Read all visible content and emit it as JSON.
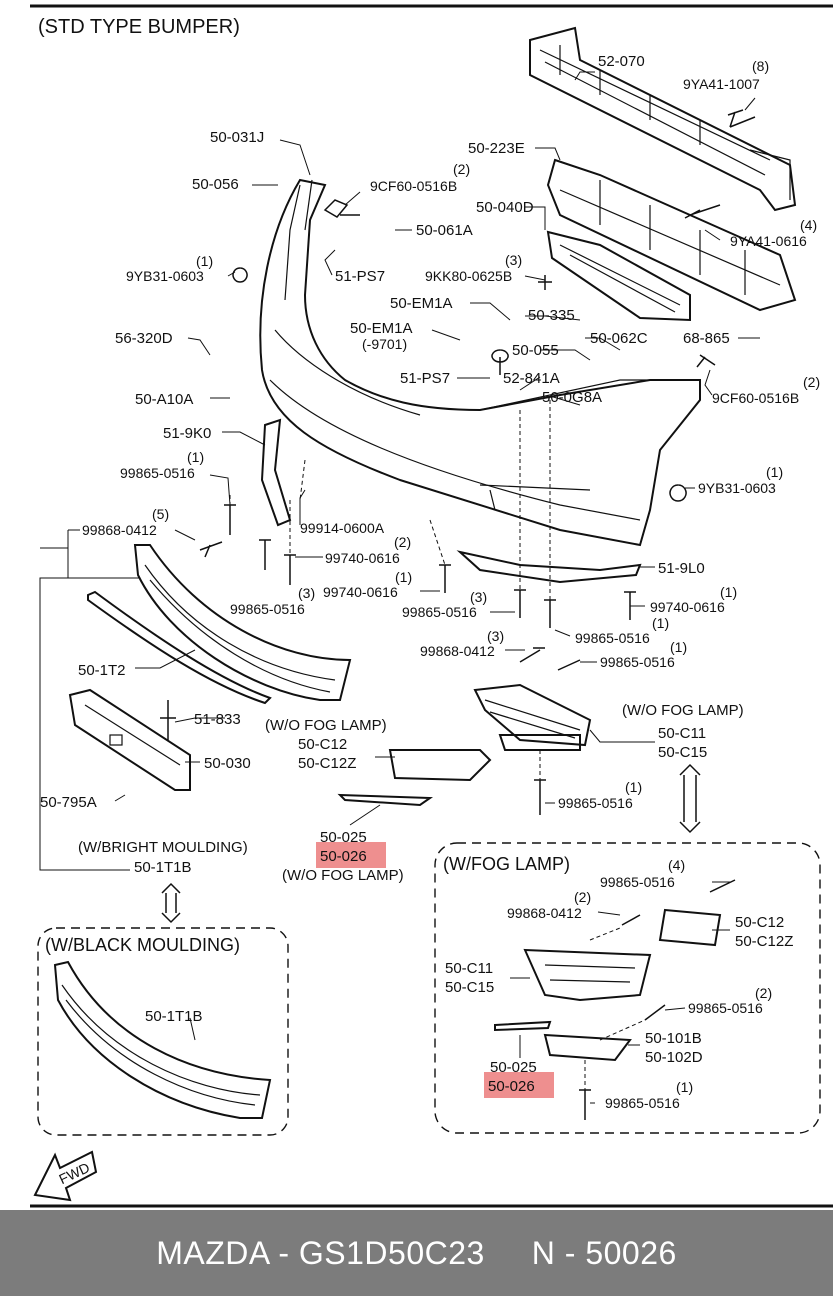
{
  "diagram": {
    "title": "(STD TYPE BUMPER)",
    "section_labels": {
      "wo_fog_lamp_right": "(W/O FOG LAMP)",
      "wo_fog_lamp_left": "(W/O FOG LAMP)",
      "wo_fog_lamp_bottom": "(W/O FOG LAMP)",
      "w_fog_lamp": "(W/FOG LAMP)",
      "w_bright_moulding": "(W/BRIGHT MOULDING)",
      "w_black_moulding": "(W/BLACK MOULDING)",
      "fwd": "FWD"
    },
    "part_labels": [
      {
        "id": "p01",
        "text": "52-070"
      },
      {
        "id": "p02",
        "text": "(8)"
      },
      {
        "id": "p03",
        "text": "9YA41-1007"
      },
      {
        "id": "p04",
        "text": "50-031J"
      },
      {
        "id": "p05",
        "text": "50-223E"
      },
      {
        "id": "p06",
        "text": "(2)"
      },
      {
        "id": "p07",
        "text": "9CF60-0516B"
      },
      {
        "id": "p08",
        "text": "50-056"
      },
      {
        "id": "p09",
        "text": "50-040D"
      },
      {
        "id": "p10",
        "text": "50-061A"
      },
      {
        "id": "p11",
        "text": "(4)"
      },
      {
        "id": "p12",
        "text": "9YA41-0616"
      },
      {
        "id": "p13",
        "text": "(1)"
      },
      {
        "id": "p14",
        "text": "9YB31-0603"
      },
      {
        "id": "p15",
        "text": "51-PS7"
      },
      {
        "id": "p16",
        "text": "(3)"
      },
      {
        "id": "p17",
        "text": "9KK80-0625B"
      },
      {
        "id": "p18",
        "text": "50-EM1A"
      },
      {
        "id": "p19",
        "text": "50-335"
      },
      {
        "id": "p20",
        "text": "56-320D"
      },
      {
        "id": "p21",
        "text": "50-EM1A"
      },
      {
        "id": "p22",
        "text": "(-9701)"
      },
      {
        "id": "p23",
        "text": "50-055"
      },
      {
        "id": "p24",
        "text": "50-062C"
      },
      {
        "id": "p25",
        "text": "68-865"
      },
      {
        "id": "p26",
        "text": "51-PS7"
      },
      {
        "id": "p27",
        "text": "52-841A"
      },
      {
        "id": "p28",
        "text": "(2)"
      },
      {
        "id": "p29",
        "text": "50-A10A"
      },
      {
        "id": "p30",
        "text": "50-0G8A"
      },
      {
        "id": "p31",
        "text": "9CF60-0516B"
      },
      {
        "id": "p32",
        "text": "51-9K0"
      },
      {
        "id": "p33",
        "text": "(1)"
      },
      {
        "id": "p34",
        "text": "99865-0516"
      },
      {
        "id": "p35",
        "text": "(1)"
      },
      {
        "id": "p36",
        "text": "9YB31-0603"
      },
      {
        "id": "p37",
        "text": "(5)"
      },
      {
        "id": "p38",
        "text": "99868-0412"
      },
      {
        "id": "p39",
        "text": "99914-0600A"
      },
      {
        "id": "p40",
        "text": "(2)"
      },
      {
        "id": "p41",
        "text": "99740-0616"
      },
      {
        "id": "p42",
        "text": "51-9L0"
      },
      {
        "id": "p43",
        "text": "(3)"
      },
      {
        "id": "p44",
        "text": "99740-0616"
      },
      {
        "id": "p45",
        "text": "(1)"
      },
      {
        "id": "p46",
        "text": "99865-0516"
      },
      {
        "id": "p47",
        "text": "(1)"
      },
      {
        "id": "p48",
        "text": "(3)"
      },
      {
        "id": "p49",
        "text": "99865-0516"
      },
      {
        "id": "p50",
        "text": "99740-0616"
      },
      {
        "id": "p51",
        "text": "(1)"
      },
      {
        "id": "p52",
        "text": "99865-0516"
      },
      {
        "id": "p53",
        "text": "(3)"
      },
      {
        "id": "p54",
        "text": "99868-0412"
      },
      {
        "id": "p55",
        "text": "(1)"
      },
      {
        "id": "p56",
        "text": "99865-0516"
      },
      {
        "id": "p57",
        "text": "50-1T2"
      },
      {
        "id": "p58",
        "text": "51-833"
      },
      {
        "id": "p59",
        "text": "50-C11"
      },
      {
        "id": "p60",
        "text": "50-C15"
      },
      {
        "id": "p61",
        "text": "50-C12"
      },
      {
        "id": "p62",
        "text": "50-C12Z"
      },
      {
        "id": "p63",
        "text": "50-030"
      },
      {
        "id": "p64",
        "text": "50-795A"
      },
      {
        "id": "p65",
        "text": "(1)"
      },
      {
        "id": "p66",
        "text": "99865-0516"
      },
      {
        "id": "p67",
        "text": "50-025"
      },
      {
        "id": "p68",
        "text": "50-1T1B"
      },
      {
        "id": "p69",
        "text": "(4)"
      },
      {
        "id": "p70",
        "text": "99865-0516"
      },
      {
        "id": "p71",
        "text": "(2)"
      },
      {
        "id": "p72",
        "text": "99868-0412"
      },
      {
        "id": "p73",
        "text": "50-C12"
      },
      {
        "id": "p74",
        "text": "50-C12Z"
      },
      {
        "id": "p75",
        "text": "50-1T1B"
      },
      {
        "id": "p76",
        "text": "50-C11"
      },
      {
        "id": "p77",
        "text": "50-C15"
      },
      {
        "id": "p78",
        "text": "(2)"
      },
      {
        "id": "p79",
        "text": "99865-0516"
      },
      {
        "id": "p80",
        "text": "50-101B"
      },
      {
        "id": "p81",
        "text": "50-102D"
      },
      {
        "id": "p82",
        "text": "50-025"
      },
      {
        "id": "p83",
        "text": "(1)"
      },
      {
        "id": "p84",
        "text": "99865-0516"
      }
    ],
    "highlighted_labels": [
      {
        "id": "h1",
        "text": "50-026"
      },
      {
        "id": "h2",
        "text": "50-026"
      }
    ],
    "highlight_color": "#ee8f8f"
  },
  "footer": {
    "text": "MAZDA - GS1D50C23     N - 50026",
    "background": "#7c7c7c"
  }
}
